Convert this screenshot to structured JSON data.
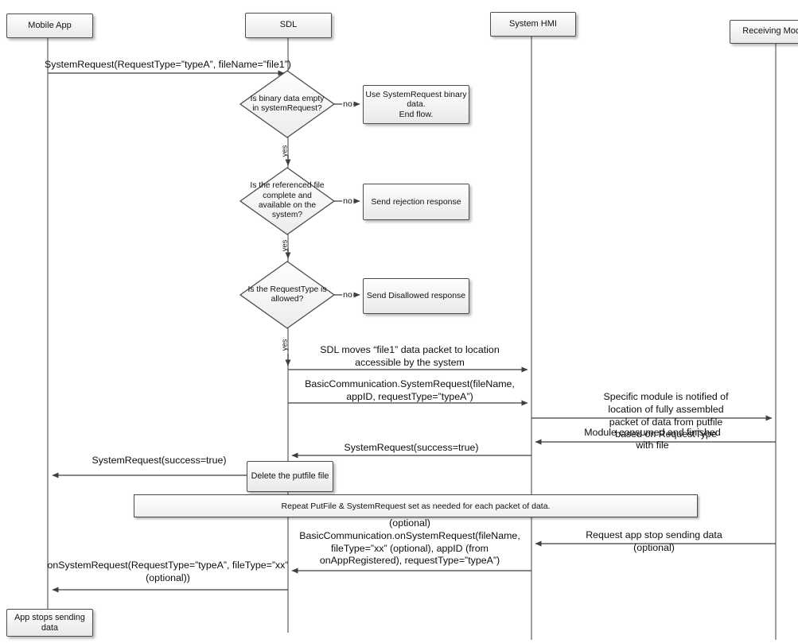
{
  "actors": [
    {
      "label": "Mobile App"
    },
    {
      "label": "SDL"
    },
    {
      "label": "System HMI"
    },
    {
      "label": "Receiving Module"
    }
  ],
  "labels": {
    "yes": "yes",
    "no": "no"
  },
  "decisions": [
    {
      "question": "Is binary data empty\nin systemRequest?",
      "result": "Use SystemRequest binary\ndata.\nEnd flow."
    },
    {
      "question": "Is the referenced file\ncomplete and\navailable on the\nsystem?",
      "result": "Send rejection response"
    },
    {
      "question": "Is the RequestType is\nallowed?",
      "result": "Send Disallowed response"
    }
  ],
  "messages": [
    {
      "text": "SystemRequest(RequestType=”typeA”, fileName=”file1”)"
    },
    {
      "text": "SDL moves “file1” data packet to location\naccessible by the system"
    },
    {
      "text": "BasicCommunication.SystemRequest(fileName,\nappID, requestType=”typeA”)"
    },
    {
      "text": "Specific module is notified of location of fully assembled\npacket of data from putfile based on RequestType"
    },
    {
      "text": "Module consumed and finished with file"
    },
    {
      "text": "SystemRequest(success=true)"
    },
    {
      "text": "SystemRequest(success=true)"
    },
    {
      "text": "(optional)\nBasicCommunication.onSystemRequest(fileName,\nfileType=”xx” (optional), appID (from\nonAppRegistered), requestType=”typeA”)"
    },
    {
      "text": "Request app stop sending data (optional)"
    },
    {
      "text": "onSystemRequest(RequestType=”typeA”, fileType=”xx”\n(optional))"
    }
  ],
  "notes": {
    "delete_putfile": "Delete the putfile file",
    "repeat_band": "Repeat PutFile & SystemRequest set as needed for each packet of data.",
    "app_stops": "App stops sending data"
  },
  "colors": {
    "line": "#404040",
    "lifeline": "#6a6a6a",
    "border": "#4d4d4d",
    "shape_fill_top": "#ffffff",
    "shape_fill_bottom": "#ececec"
  }
}
